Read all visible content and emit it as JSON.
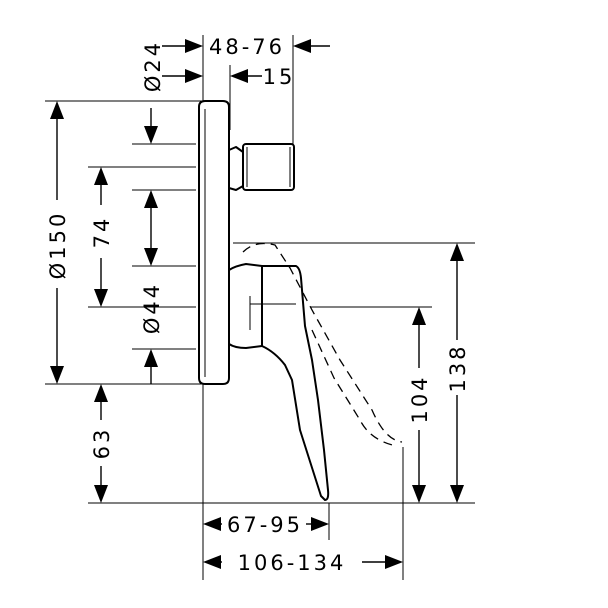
{
  "dimensions": {
    "d24": "Ø24",
    "r48_76": "48-76",
    "d15": "15",
    "d150": "Ø150",
    "d74": "74",
    "d44": "Ø44",
    "d63": "63",
    "d138": "138",
    "d104": "104",
    "r67_95": "67-95",
    "r106_134": "106-134"
  }
}
